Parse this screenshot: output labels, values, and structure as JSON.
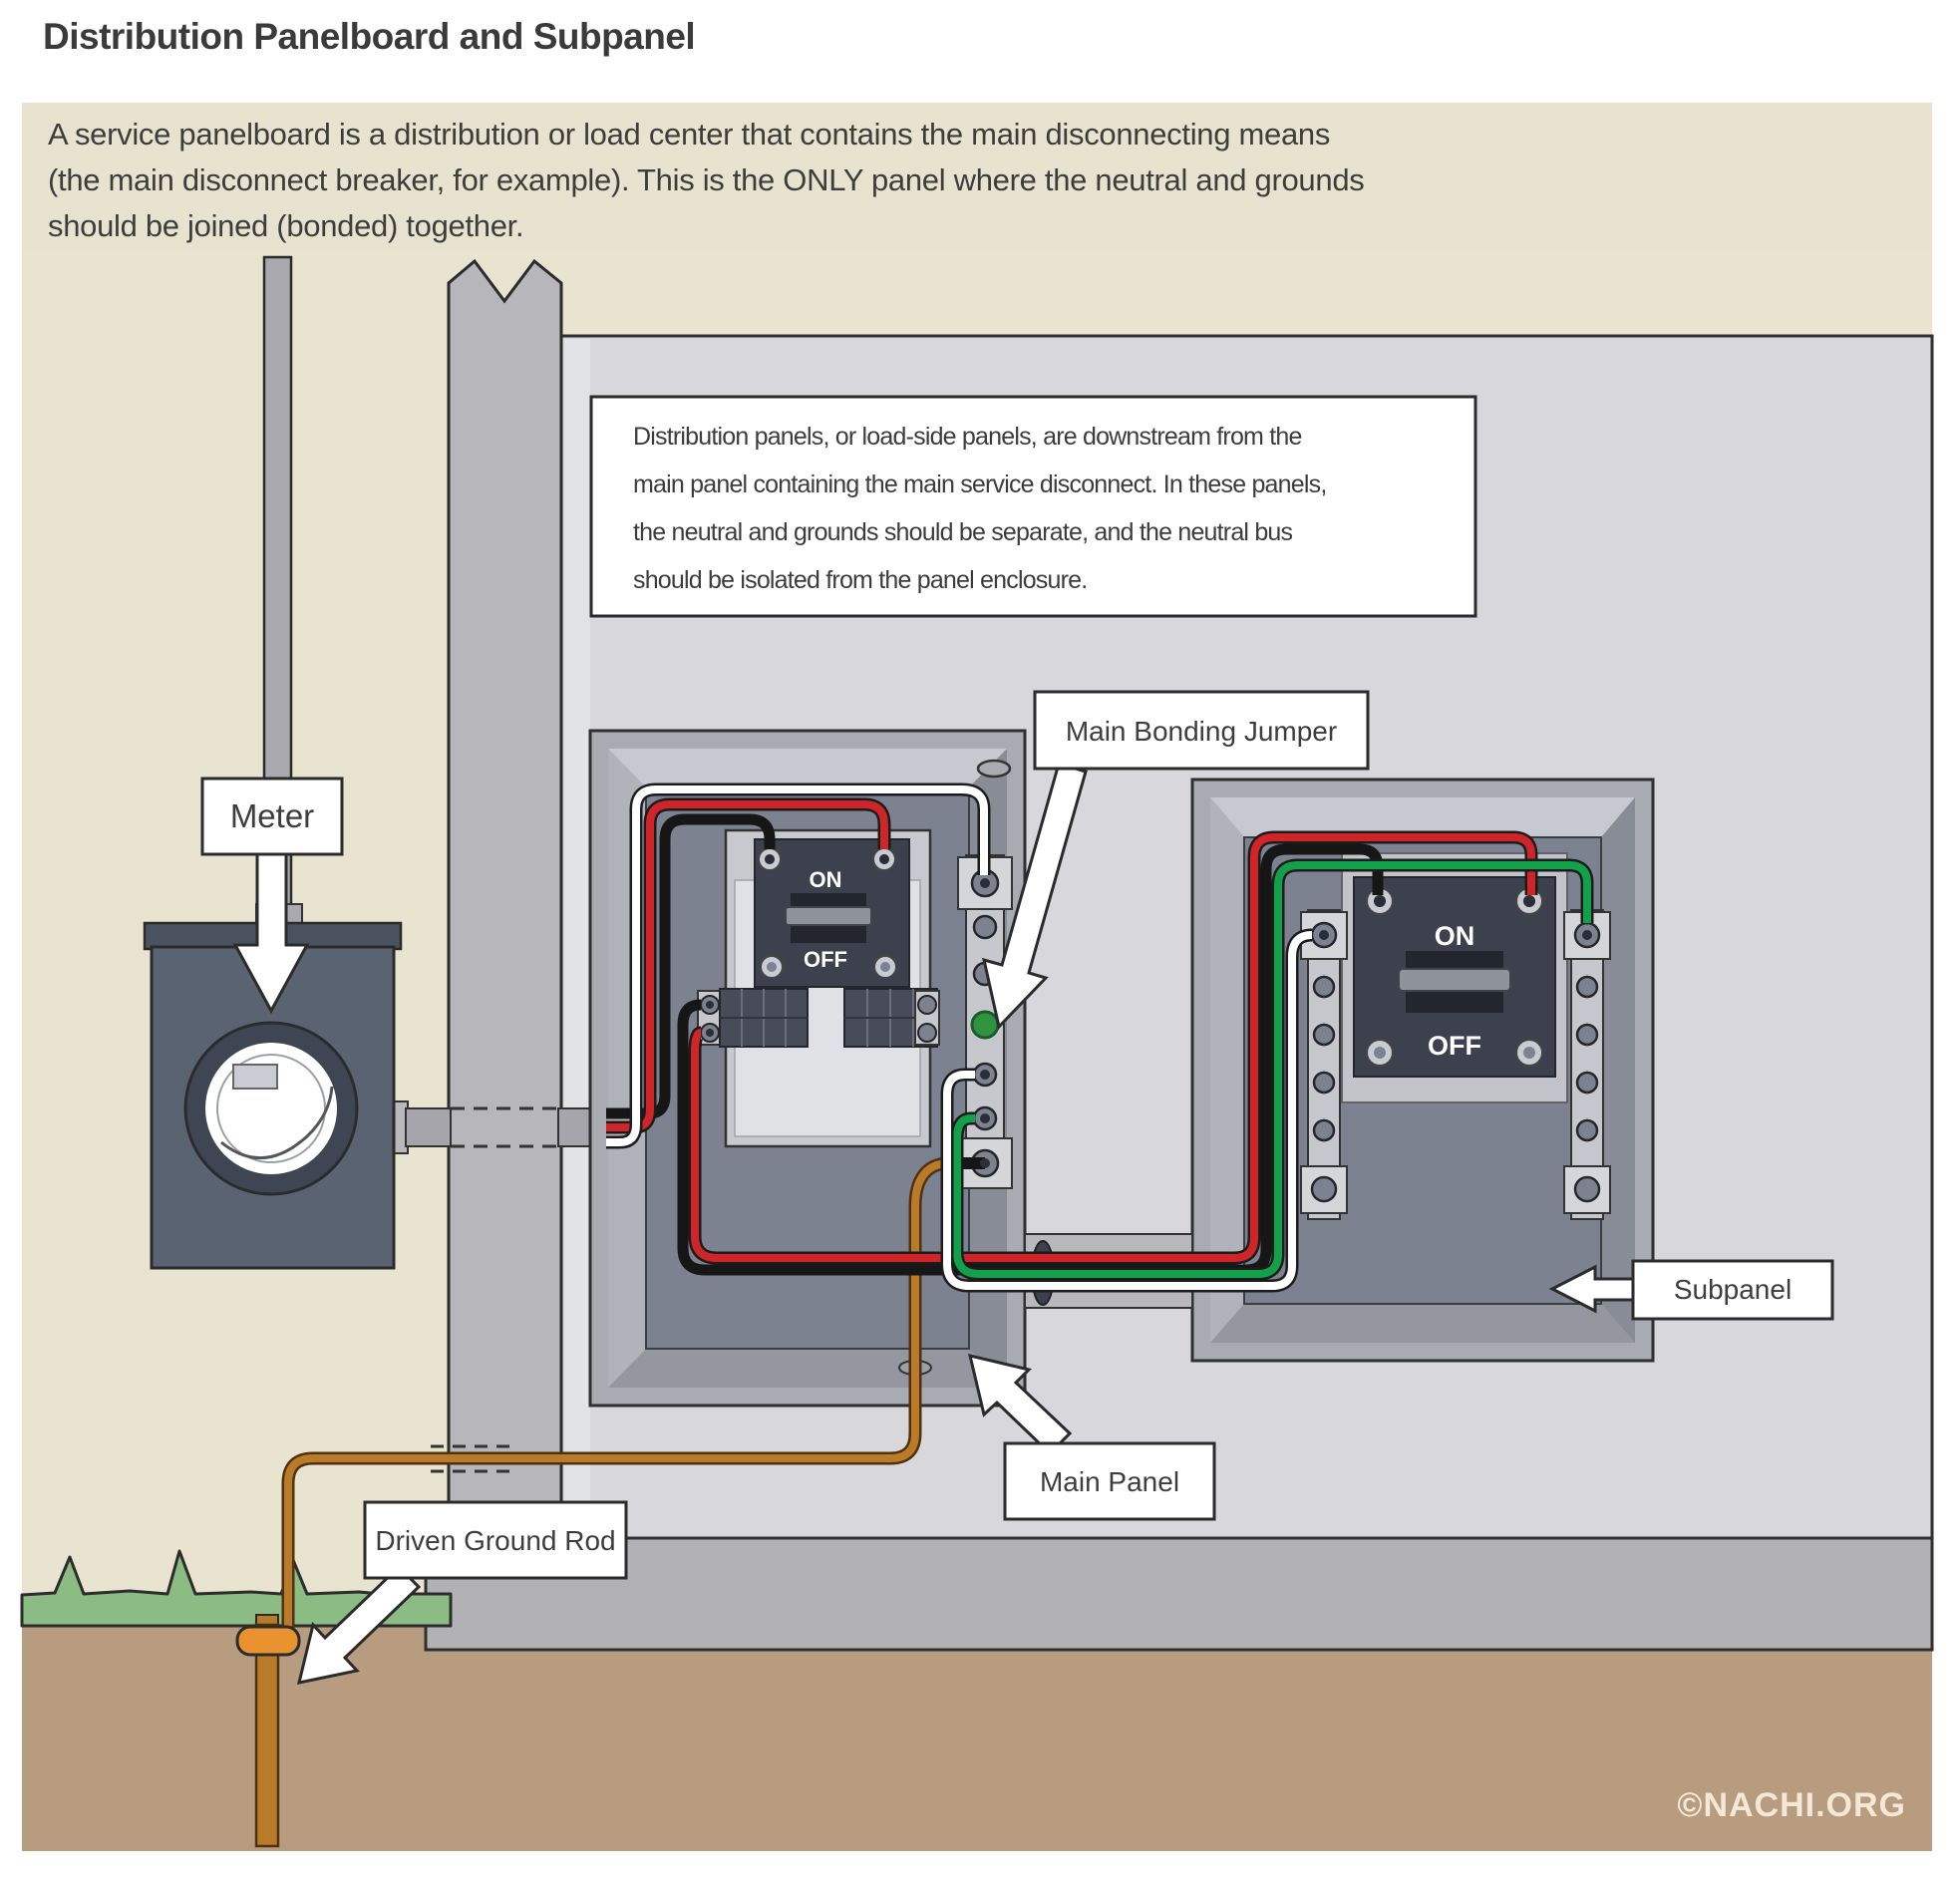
{
  "title": "Distribution Panelboard and Subpanel",
  "intro": {
    "lines": [
      "A service panelboard is a distribution or load center that contains the main disconnecting means",
      "(the main disconnect breaker, for example). This is the ONLY panel where the neutral and grounds",
      "should be joined (bonded) together."
    ]
  },
  "description_box": {
    "lines": [
      "Distribution panels, or load-side panels, are downstream from the",
      "main panel containing the main service disconnect. In these panels,",
      "the neutral and grounds should be separate, and the neutral bus",
      "should be isolated from the panel enclosure."
    ]
  },
  "labels": {
    "meter": "Meter",
    "main_bonding_jumper": "Main Bonding Jumper",
    "subpanel": "Subpanel",
    "main_panel": "Main Panel",
    "driven_ground_rod": "Driven Ground Rod"
  },
  "switches": {
    "main_panel": {
      "on": "ON",
      "off": "OFF"
    },
    "subpanel": {
      "on": "ON",
      "off": "OFF"
    }
  },
  "credit": "©NACHI.ORG",
  "colors": {
    "info_box_bg": "#e8e3cf",
    "scene_bg": "#e9e4d0",
    "wall": "#d8d8dc",
    "post": "#b7b7bb",
    "footing": "#b2b2b4",
    "dirt": "#b89c80",
    "grass": "#8abc84",
    "enclosure": "#a8abb2",
    "enclosure_interior": "#7d8290",
    "breaker_block": "#3c414d",
    "meter_body": "#5a6372",
    "wire_red": "#cf2428",
    "wire_black": "#161616",
    "wire_white": "#ffffff",
    "wire_green": "#13a04a",
    "wire_copper": "#b97a2a",
    "bonding_screw": "#2f9340",
    "label_border": "#2b2b2b",
    "credit_text": "#f5e8d6"
  }
}
